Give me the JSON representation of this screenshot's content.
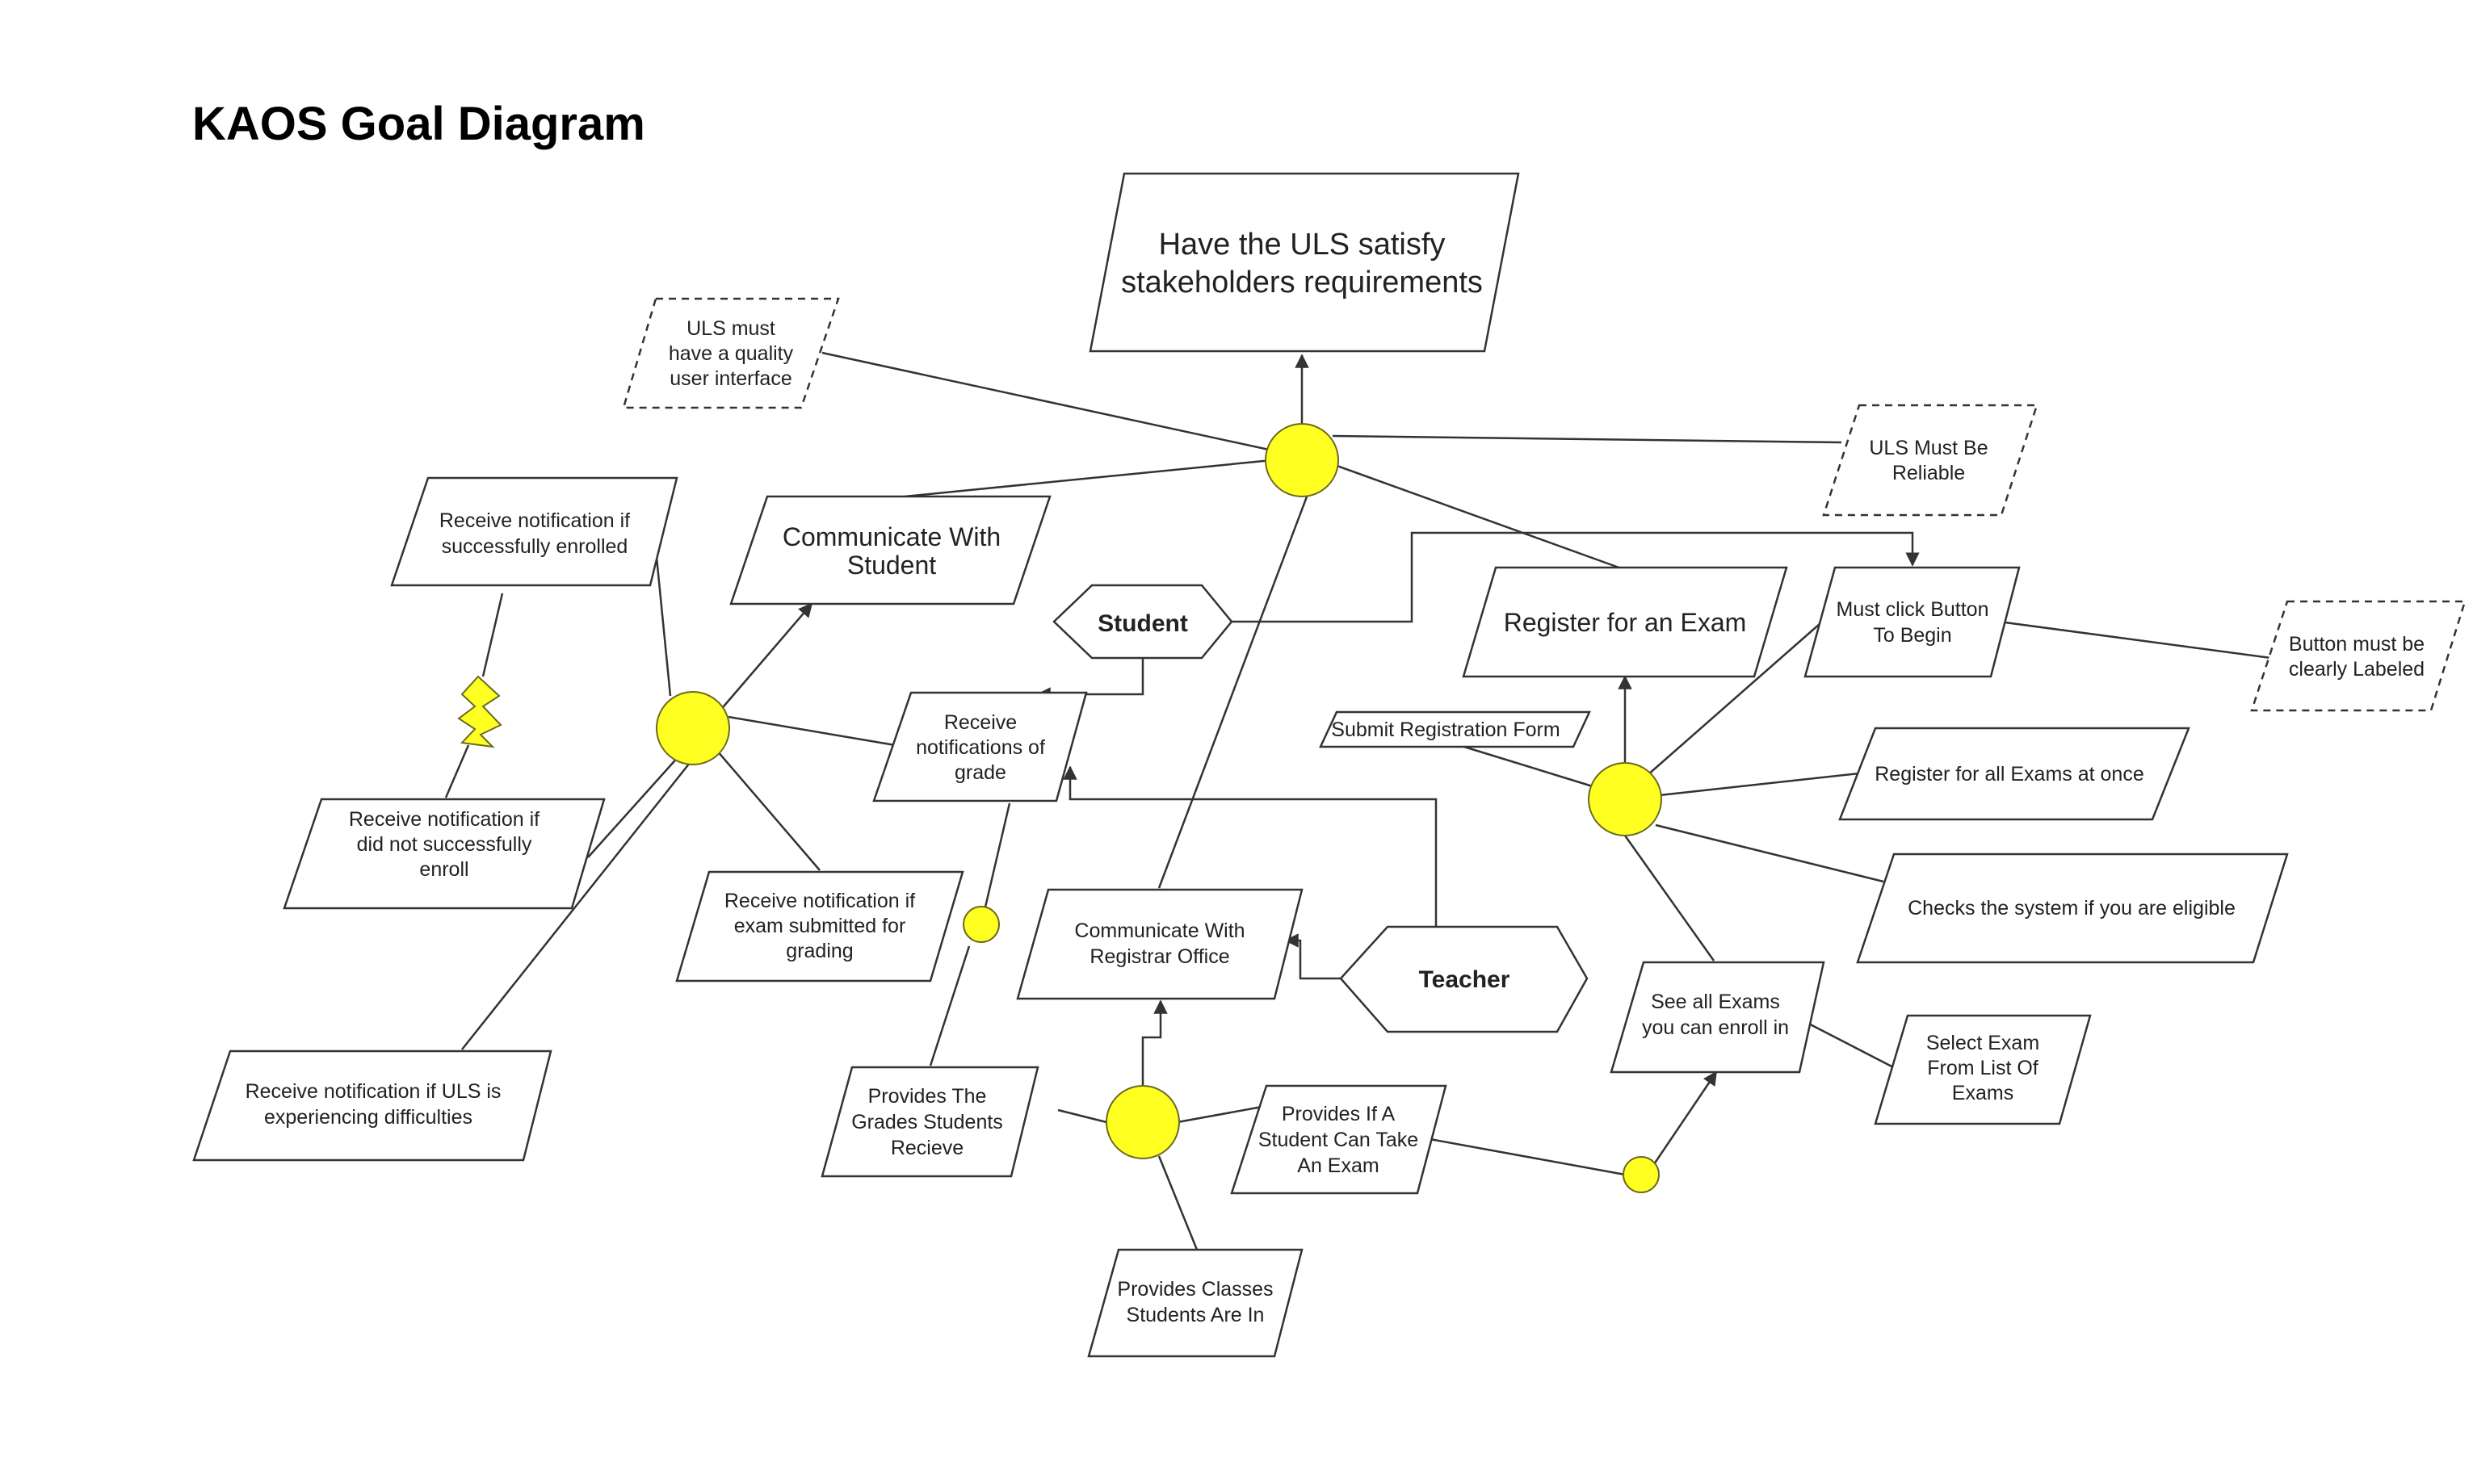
{
  "title": "KAOS Goal Diagram",
  "colors": {
    "refinement_node": "#ffff22",
    "obstacle": "#ffff22",
    "stroke": "#333333"
  },
  "goals": {
    "root": [
      "Have the ULS satisfy",
      "stakeholders requirements"
    ],
    "communicate_student": [
      "Communicate With",
      "Student"
    ],
    "register_exam": [
      "Register for an Exam"
    ],
    "must_click": [
      "Must click Button",
      "To Begin"
    ],
    "receive_enrolled": [
      "Receive notification if",
      "successfully enrolled"
    ],
    "receive_grade": [
      "Receive",
      "notifications of",
      "grade"
    ],
    "receive_not_enrolled": [
      "Receive notification if",
      "did not successfully",
      "enroll"
    ],
    "receive_exam_submitted": [
      "Receive notification if",
      "exam submitted for",
      "grading"
    ],
    "receive_difficulties": [
      "Receive notification if ULS is",
      "experiencing difficulties"
    ],
    "submit_form": [
      "Submit Registration Form"
    ],
    "register_all": [
      "Register for all Exams at once"
    ],
    "checks_eligible": [
      "Checks the system if you are eligible"
    ],
    "communicate_registrar": [
      "Communicate With",
      "Registrar Office"
    ],
    "see_all": [
      "See all Exams",
      "you can enroll in"
    ],
    "select_exam": [
      "Select Exam",
      "From List Of",
      "Exams"
    ],
    "provides_grades": [
      "Provides The",
      "Grades Students",
      "Recieve"
    ],
    "provides_if": [
      "Provides If A",
      "Student Can Take",
      "An Exam"
    ],
    "provides_classes": [
      "Provides Classes",
      "Students Are In"
    ]
  },
  "soft_goals": {
    "quality_ui": [
      "ULS must",
      "have a quality",
      "user interface"
    ],
    "reliable": [
      "ULS Must Be",
      "Reliable"
    ],
    "clearly_labeled": [
      "Button must be",
      "clearly Labeled"
    ]
  },
  "agents": {
    "student": "Student",
    "teacher": "Teacher"
  }
}
